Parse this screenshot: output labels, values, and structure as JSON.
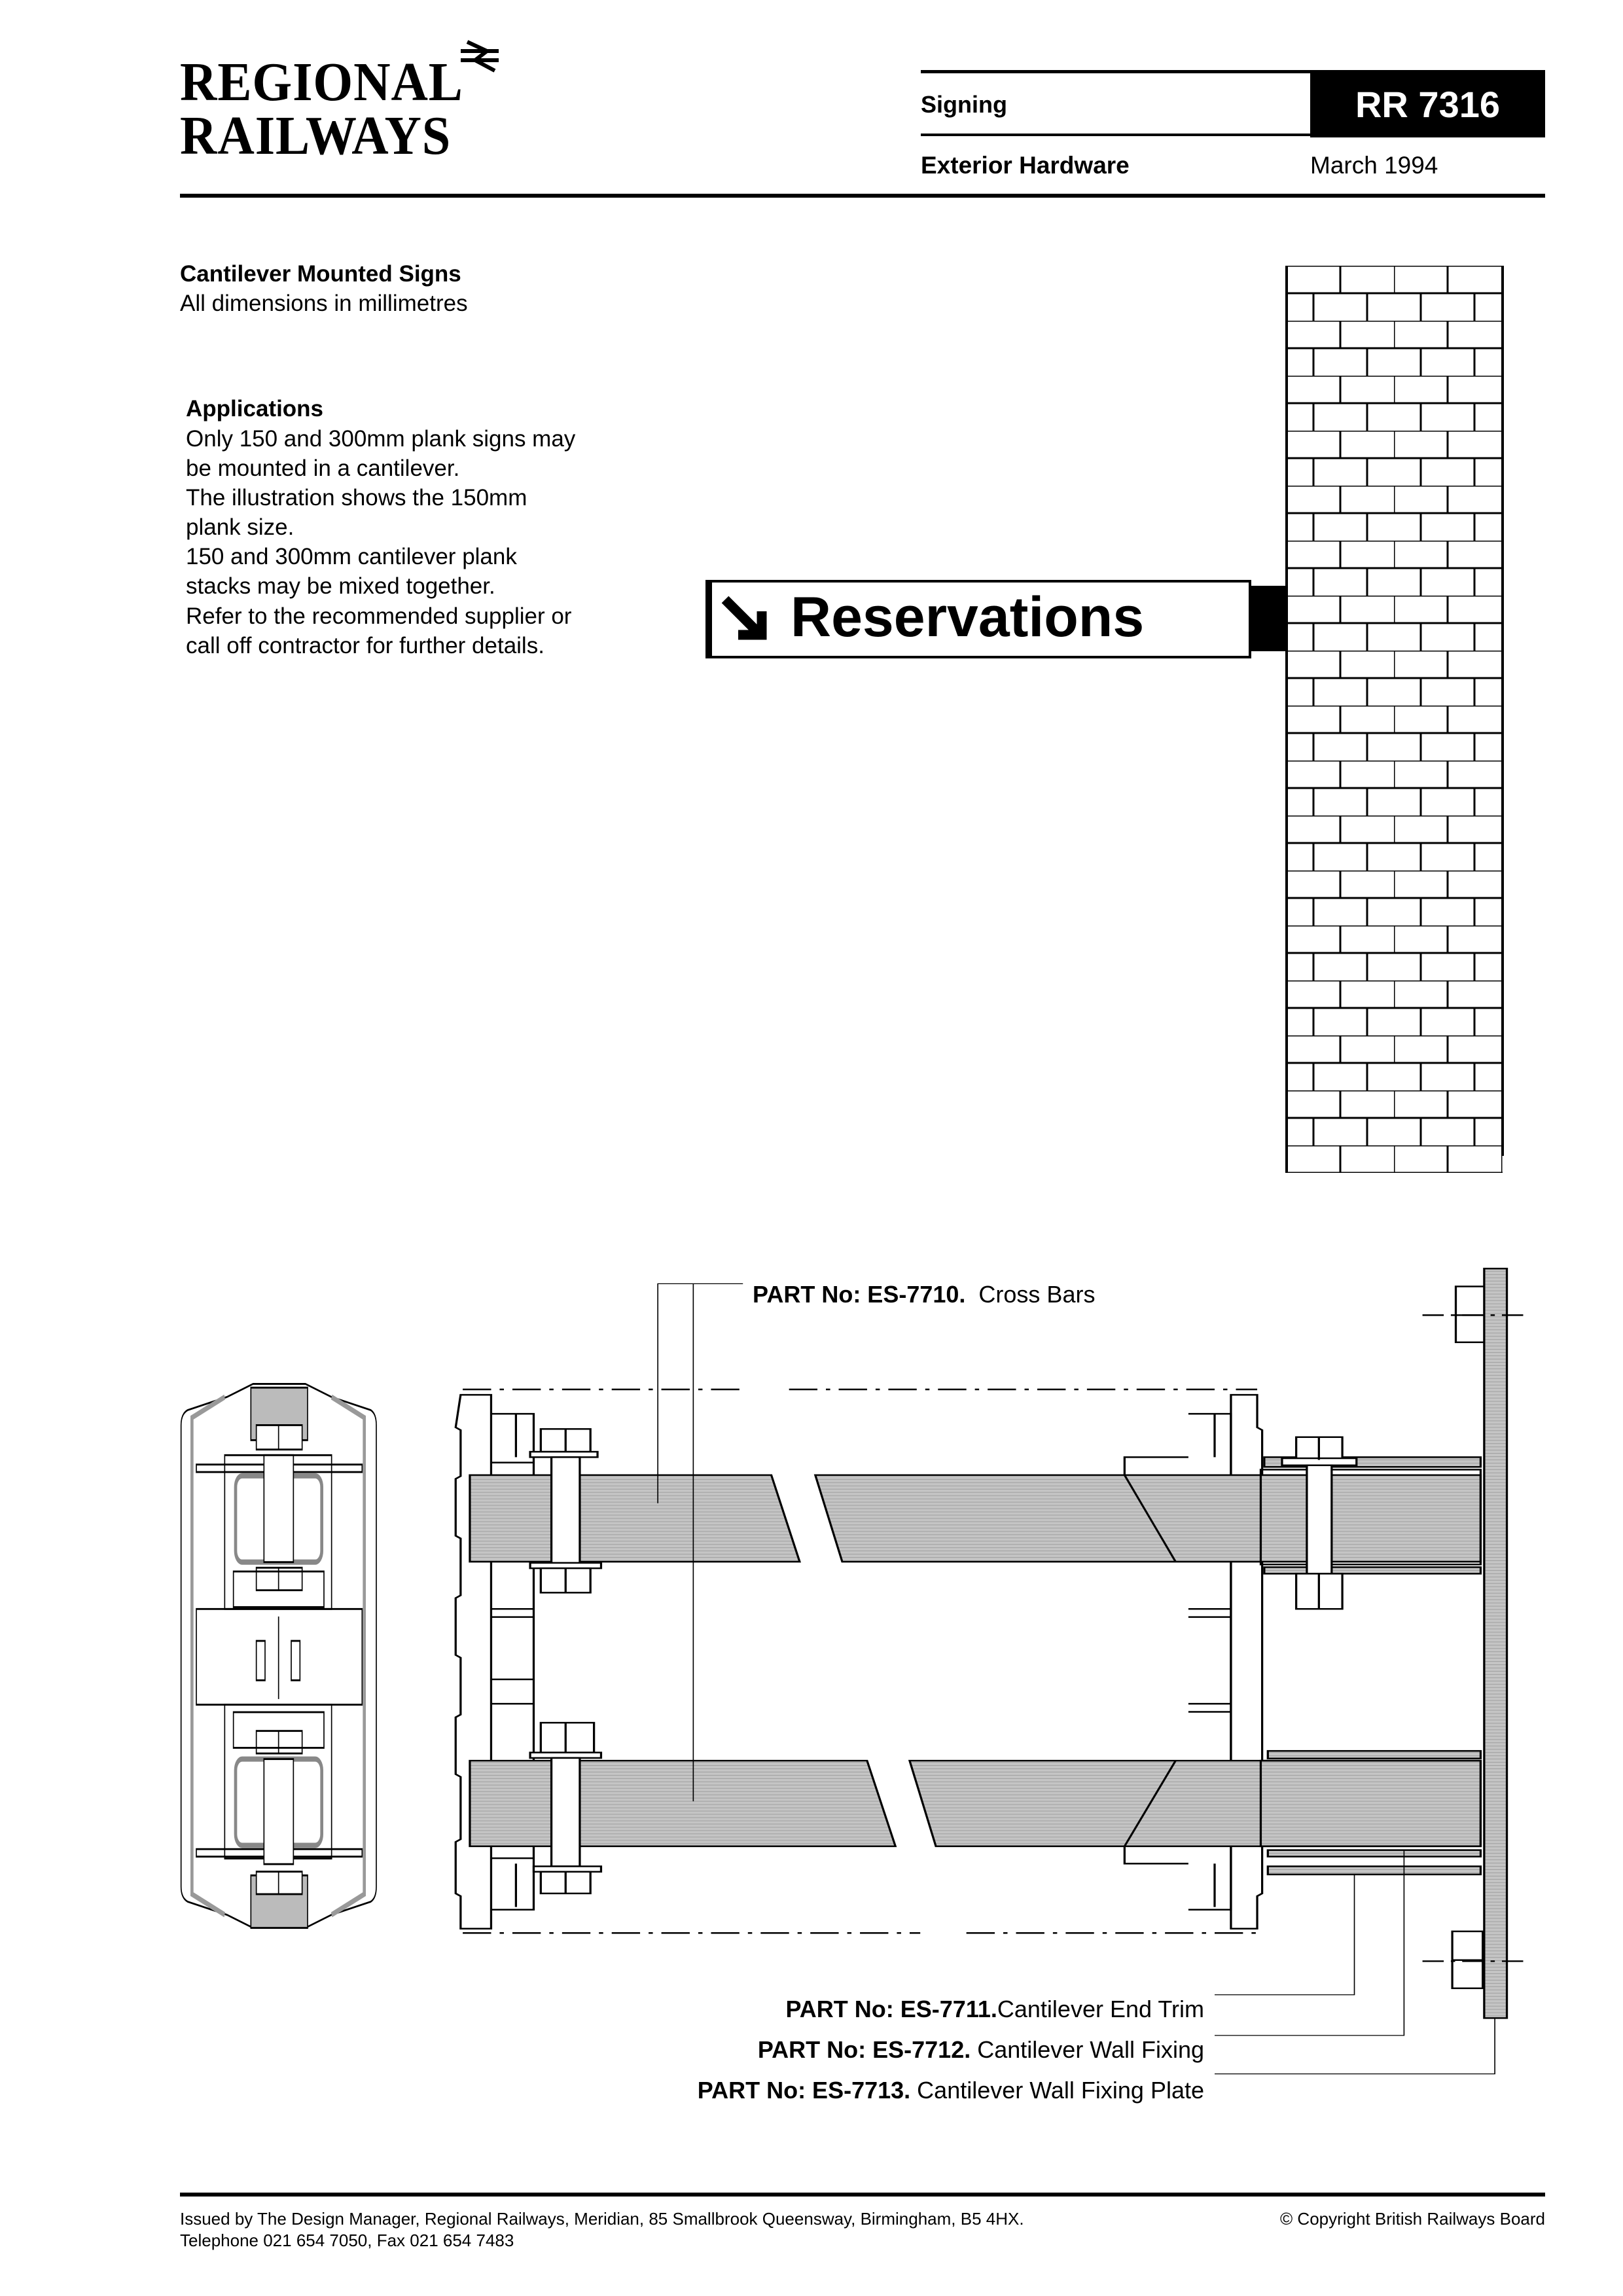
{
  "logo": {
    "line1": "REGIONAL",
    "line2": "RAILWAYS",
    "icon": "british-rail-double-arrow-icon"
  },
  "header": {
    "section": "Signing",
    "doc_number": "RR 7316",
    "subsection": "Exterior Hardware",
    "date": "March 1994"
  },
  "intro": {
    "title": "Cantilever Mounted Signs",
    "subtitle": "All dimensions in millimetres"
  },
  "applications": {
    "heading": "Applications",
    "lines": [
      "Only 150 and 300mm plank signs may",
      "be mounted in a cantilever.",
      "The illustration shows the 150mm",
      "plank size.",
      "150 and 300mm cantilever plank",
      "stacks may be mixed together.",
      "Refer to the recommended supplier or",
      "call off contractor for further details."
    ]
  },
  "sign": {
    "arrow_icon": "arrow-down-right-icon",
    "text": "Reservations"
  },
  "parts": [
    {
      "part_no": "PART No: ES-7710.",
      "name": "Cross Bars"
    },
    {
      "part_no": "PART No: ES-7711.",
      "name": "Cantilever End Trim"
    },
    {
      "part_no": "PART No: ES-7712.",
      "name": "Cantilever Wall Fixing"
    },
    {
      "part_no": "PART No: ES-7713.",
      "name": "Cantilever Wall Fixing Plate"
    }
  ],
  "footer": {
    "issued_by": "Issued by The Design Manager, Regional Railways, Meridian, 85 Smallbrook Queensway, Birmingham, B5 4HX.",
    "contact": "Telephone 021 654 7050, Fax 021 654 7483",
    "copyright": "© Copyright British Railways Board"
  },
  "colors": {
    "ink": "#000000",
    "hatch": "#b8b8b8",
    "paper": "#ffffff"
  }
}
